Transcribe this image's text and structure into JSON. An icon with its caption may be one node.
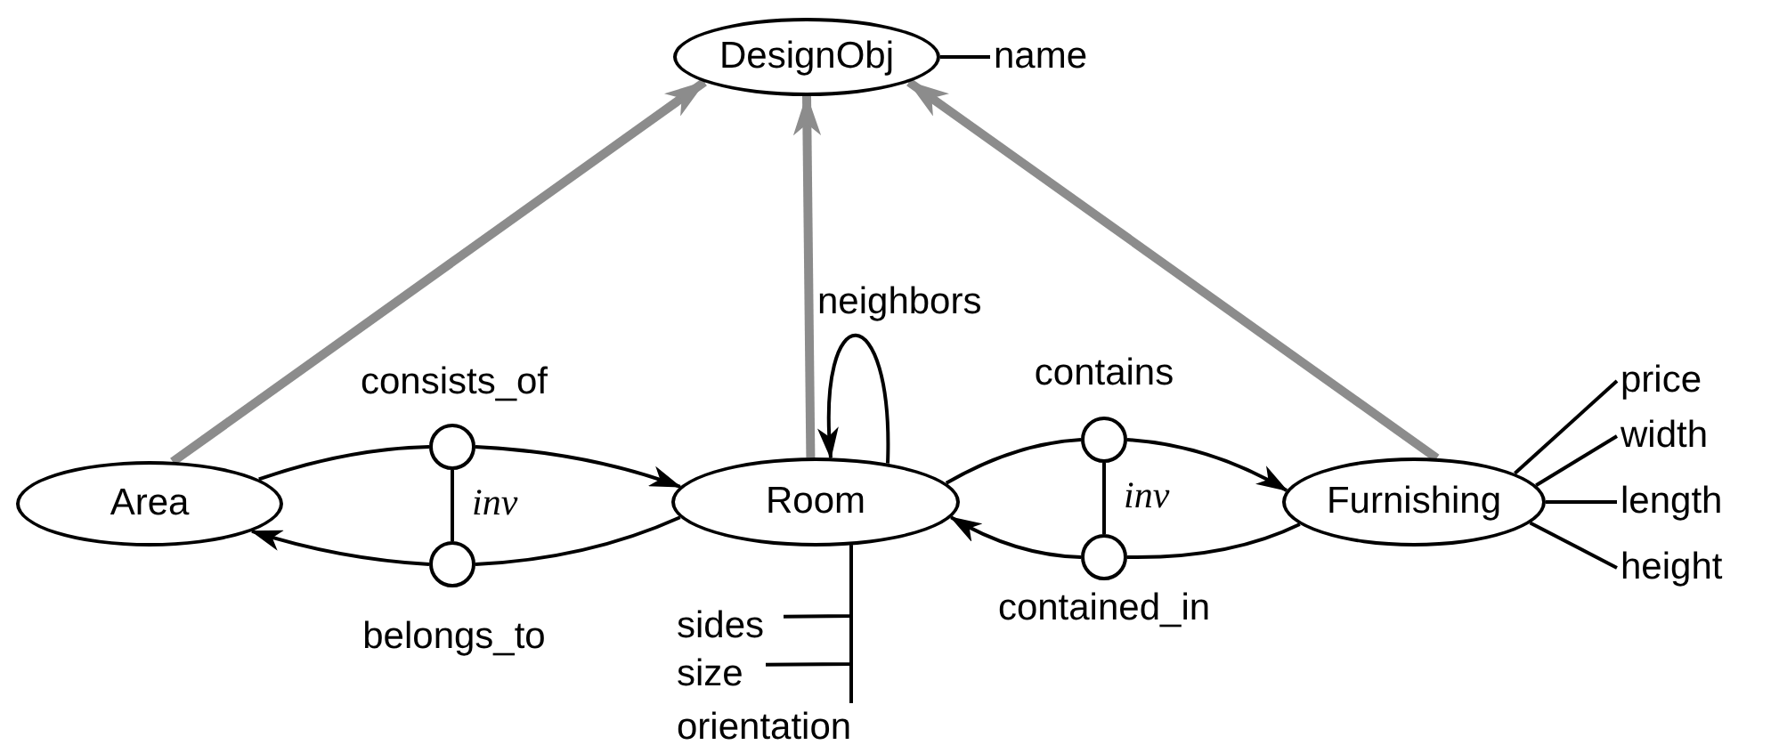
{
  "diagram": {
    "nodes": [
      {
        "text": [
          "DesignObj"
        ]
      },
      {
        "text": [
          "name"
        ]
      },
      {
        "text": [
          "Area"
        ]
      },
      {
        "text": [
          "Room"
        ]
      },
      {
        "text": [
          "Furnishing"
        ]
      },
      {
        "text": [],
        "shape": "circle",
        "beside": [
          "consists_of"
        ]
      },
      {
        "text": [],
        "shape": "circle",
        "beside": [
          "belongs_to"
        ]
      },
      {
        "text": [],
        "shape": "circle",
        "beside": [
          "contains"
        ]
      },
      {
        "text": [],
        "shape": "circle",
        "beside": [
          "contained_in"
        ]
      },
      {
        "text": [
          "sides"
        ]
      },
      {
        "text": [
          "size"
        ]
      },
      {
        "text": [
          "orientation"
        ]
      },
      {
        "text": [
          "price"
        ]
      },
      {
        "text": [
          "width"
        ]
      },
      {
        "text": [
          "length"
        ]
      },
      {
        "text": [
          "height"
        ]
      }
    ],
    "edges": [
      {
        "from": 2,
        "to": 0,
        "arrow": "to",
        "style": "thick",
        "color": "#8c8c8c"
      },
      {
        "from": 3,
        "to": 0,
        "arrow": "to",
        "style": "thick",
        "color": "#8c8c8c"
      },
      {
        "from": 4,
        "to": 0,
        "arrow": "to",
        "style": "thick",
        "color": "#8c8c8c"
      },
      {
        "from": 0,
        "to": 1,
        "arrow": "none"
      },
      {
        "from": 3,
        "to": 3,
        "arrow": "to",
        "label": "neighbors"
      },
      {
        "from": 2,
        "to": 5,
        "arrow": "none"
      },
      {
        "from": 5,
        "to": 3,
        "arrow": "to"
      },
      {
        "from": 3,
        "to": 6,
        "arrow": "none"
      },
      {
        "from": 6,
        "to": 2,
        "arrow": "to"
      },
      {
        "from": 5,
        "to": 6,
        "arrow": "none",
        "label": "inv"
      },
      {
        "from": 3,
        "to": 7,
        "arrow": "none"
      },
      {
        "from": 7,
        "to": 4,
        "arrow": "to"
      },
      {
        "from": 4,
        "to": 8,
        "arrow": "none"
      },
      {
        "from": 8,
        "to": 3,
        "arrow": "to"
      },
      {
        "from": 7,
        "to": 8,
        "arrow": "none",
        "label": "inv"
      },
      {
        "from": 3,
        "to": 9,
        "arrow": "none"
      },
      {
        "from": 3,
        "to": 10,
        "arrow": "none"
      },
      {
        "from": 3,
        "to": 11,
        "arrow": "none"
      },
      {
        "from": 4,
        "to": 12,
        "arrow": "none"
      },
      {
        "from": 4,
        "to": 13,
        "arrow": "none"
      },
      {
        "from": 4,
        "to": 14,
        "arrow": "none"
      },
      {
        "from": 4,
        "to": 15,
        "arrow": "none"
      }
    ]
  }
}
